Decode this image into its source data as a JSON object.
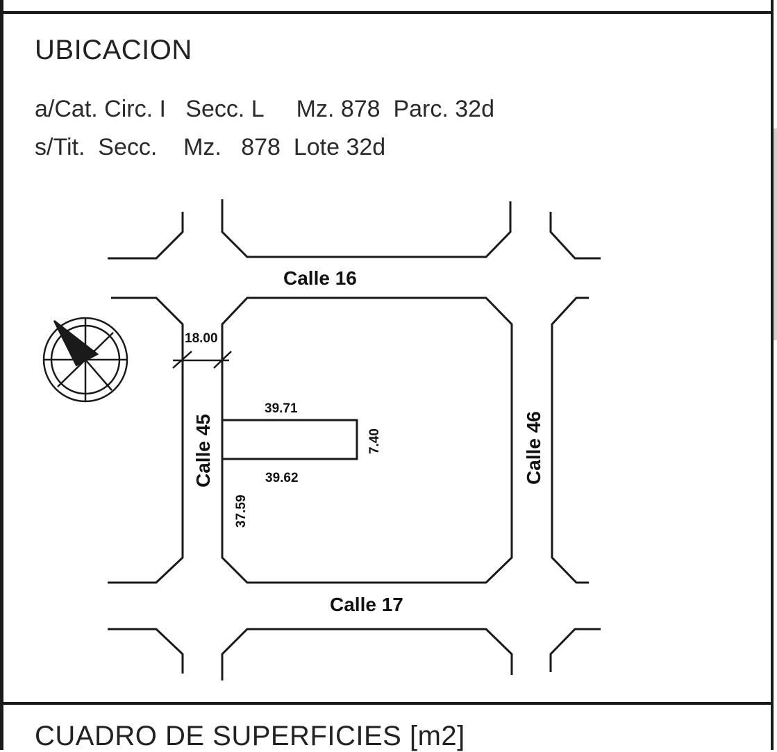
{
  "ubicacion": {
    "title": "UBICACION",
    "line1": "a/Cat. Circ. I   Secc. L     Mz. 878  Parc. 32d",
    "line2": "s/Tit.  Secc.    Mz.   878  Lote 32d"
  },
  "plan": {
    "streets": {
      "north": "Calle 16",
      "south": "Calle 17",
      "west": "Calle 45",
      "east": "Calle 46"
    },
    "dimensions": {
      "street_width": "18.00",
      "lot_top": "39.71",
      "lot_bottom": "39.62",
      "lot_depth": "7.40",
      "corner_distance": "37.59"
    },
    "icons": {
      "north_arrow": "compass-rose-icon"
    }
  },
  "next_section": {
    "title": "CUADRO DE SUPERFICIES [m2]"
  }
}
